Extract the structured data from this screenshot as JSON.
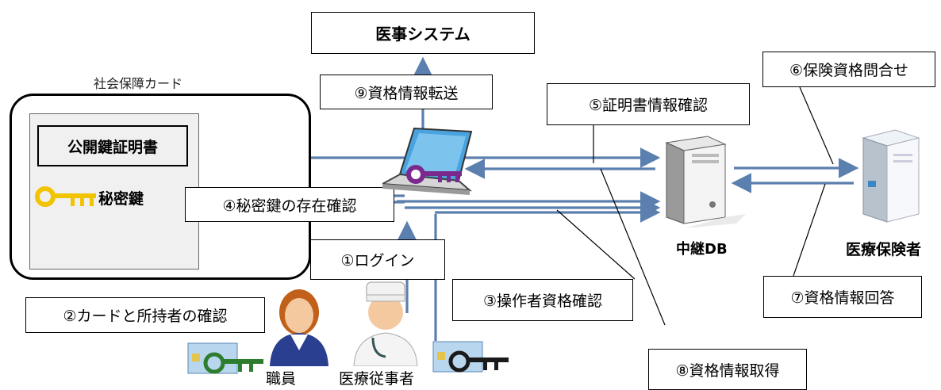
{
  "title_box": "医事システム",
  "card": {
    "caption": "社会保障カード",
    "cert": "公開鍵証明書",
    "secret_key": "秘密鍵"
  },
  "steps": {
    "s1": "①ログイン",
    "s2": "②カードと所持者の確認",
    "s3": "③操作者資格確認",
    "s4": "④秘密鍵の存在確認",
    "s5": "⑤証明書情報確認",
    "s6": "⑥保険資格問合せ",
    "s7": "⑦資格情報回答",
    "s8": "⑧資格情報取得",
    "s9": "⑨資格情報転送"
  },
  "nodes": {
    "relay_db": "中継DB",
    "insurer": "医療保険者",
    "staff": "職員",
    "medical_worker": "医療従事者"
  },
  "colors": {
    "arrow": "#5b7fae",
    "key_yellow": "#f2c400",
    "key_purple": "#7a2a8e",
    "key_dark": "#1a1a1a",
    "card_green": "#7ec24a"
  }
}
